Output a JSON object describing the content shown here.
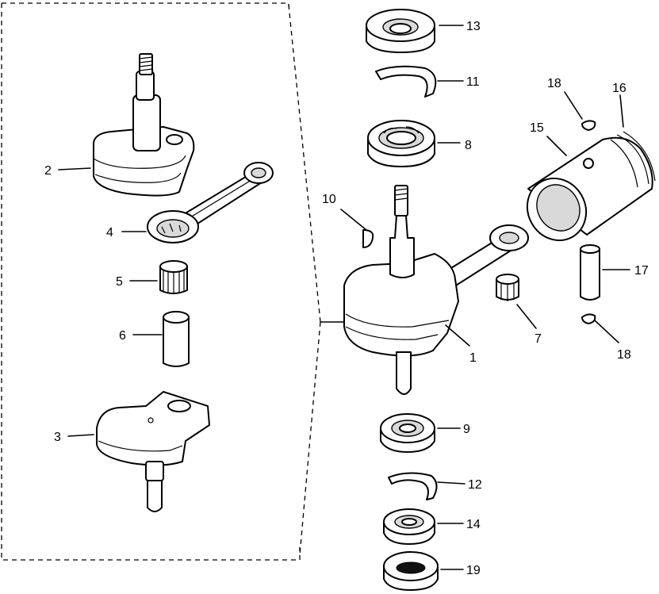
{
  "diagram": {
    "callouts": {
      "c1": "1",
      "c2": "2",
      "c3": "3",
      "c4": "4",
      "c5": "5",
      "c6": "6",
      "c7": "7",
      "c8": "8",
      "c9": "9",
      "c10": "10",
      "c11": "11",
      "c12": "12",
      "c13": "13",
      "c14": "14",
      "c15": "15",
      "c16": "16",
      "c17": "17",
      "c18a": "18",
      "c18b": "18",
      "c19": "19"
    }
  }
}
